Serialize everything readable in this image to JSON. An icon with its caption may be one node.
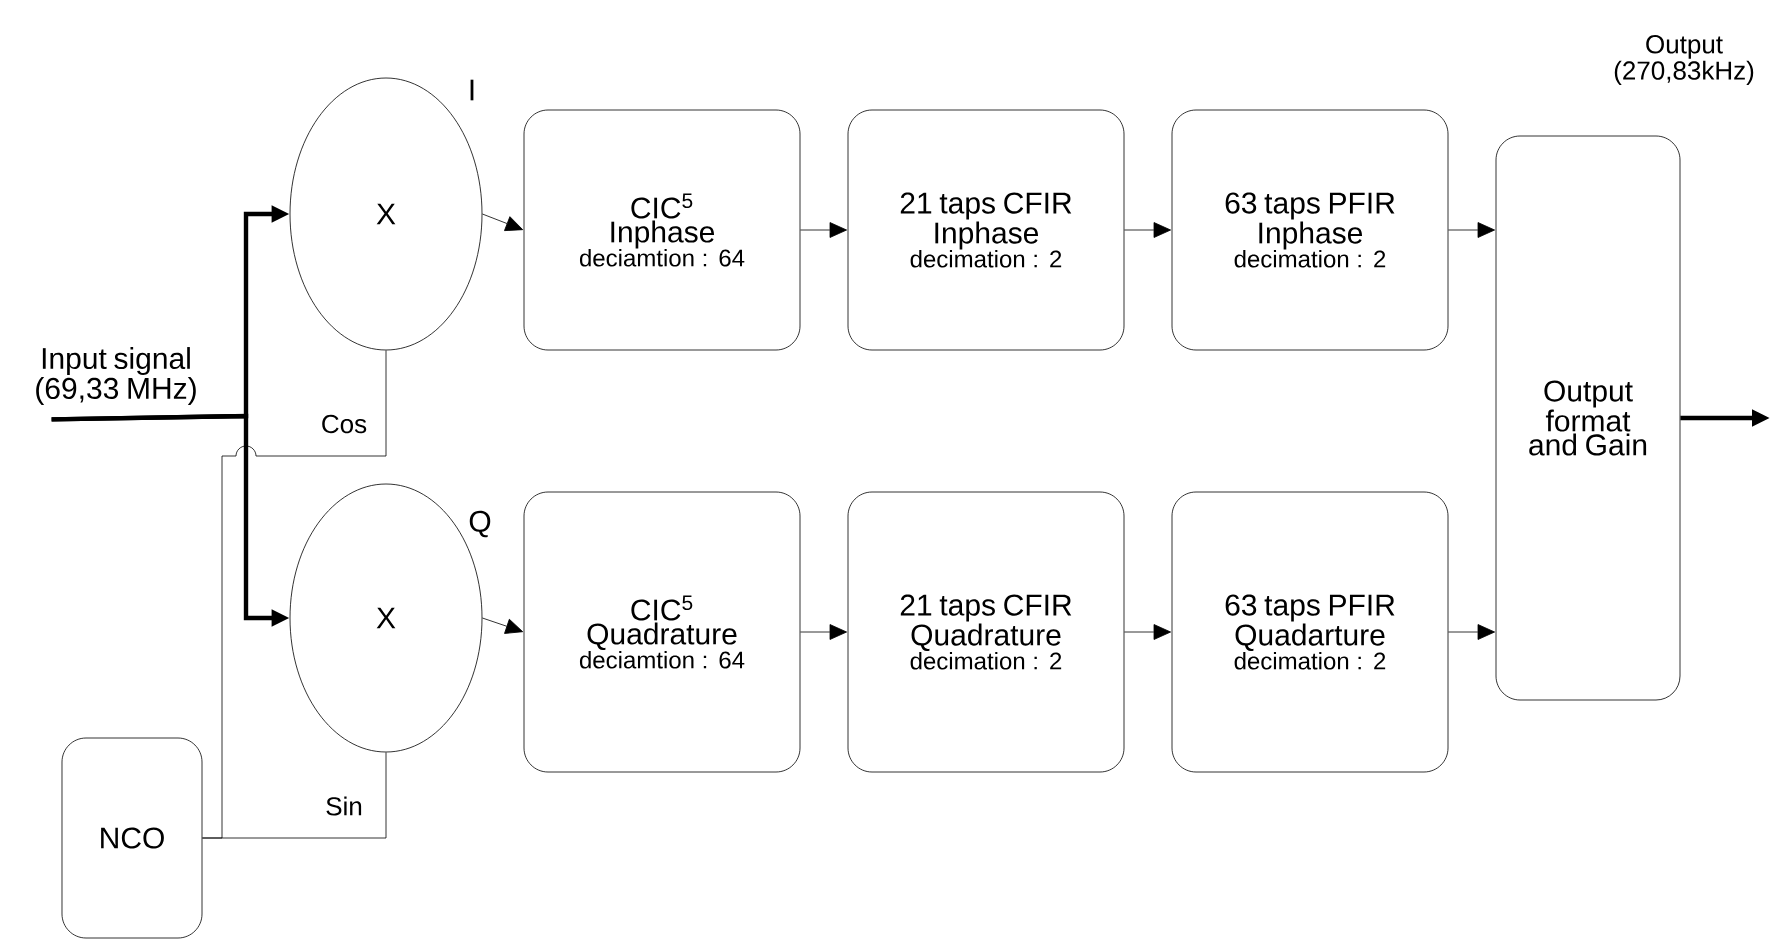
{
  "diagram": {
    "nodes": [
      {
        "text": [
          "Input signal (69,33 MHz)"
        ]
      },
      {
        "text": [
          "X"
        ],
        "beside": [
          "I"
        ]
      },
      {
        "text": [
          "X"
        ],
        "beside": [
          "Q"
        ]
      },
      {
        "text": [
          "NCO"
        ]
      },
      {
        "text": [
          "CIC$^{5}$",
          "Inphase",
          "deciamtion : 64"
        ]
      },
      {
        "text": [
          "21 taps CFIR",
          "Inphase",
          "decimation : 2"
        ]
      },
      {
        "text": [
          "63 taps PFIR",
          "Inphase",
          "decimation : 2"
        ]
      },
      {
        "text": [
          "CIC$^{5}$",
          "Quadrature",
          "deciamtion : 64"
        ]
      },
      {
        "text": [
          "21 taps CFIR",
          "Quadrature",
          "decimation : 2"
        ]
      },
      {
        "text": [
          "63 taps PFIR",
          "Quadarture",
          "decimation : 2"
        ]
      },
      {
        "text": [
          "Output format and Gain"
        ]
      }
    ],
    "edges": [
      {
        "from": 0,
        "to": 1,
        "arrow": "to",
        "style": "thick"
      },
      {
        "from": 0,
        "to": 2,
        "arrow": "to",
        "style": "thick"
      },
      {
        "from": 3,
        "to": 1,
        "arrow": "none",
        "label": "Cos"
      },
      {
        "from": 3,
        "to": 2,
        "arrow": "none",
        "label": "Sin"
      },
      {
        "from": 1,
        "to": 4,
        "arrow": "to"
      },
      {
        "from": 4,
        "to": 5,
        "arrow": "to"
      },
      {
        "from": 5,
        "to": 6,
        "arrow": "to"
      },
      {
        "from": 6,
        "to": 10,
        "arrow": "to"
      },
      {
        "from": 2,
        "to": 7,
        "arrow": "to"
      },
      {
        "from": 7,
        "to": 8,
        "arrow": "to"
      },
      {
        "from": 8,
        "to": 9,
        "arrow": "to"
      },
      {
        "from": 9,
        "to": 10,
        "arrow": "to"
      },
      {
        "from": 10,
        "to": null,
        "arrow": "to",
        "style": "thick"
      }
    ],
    "labels": [
      "Output (270,83kHz)"
    ]
  }
}
